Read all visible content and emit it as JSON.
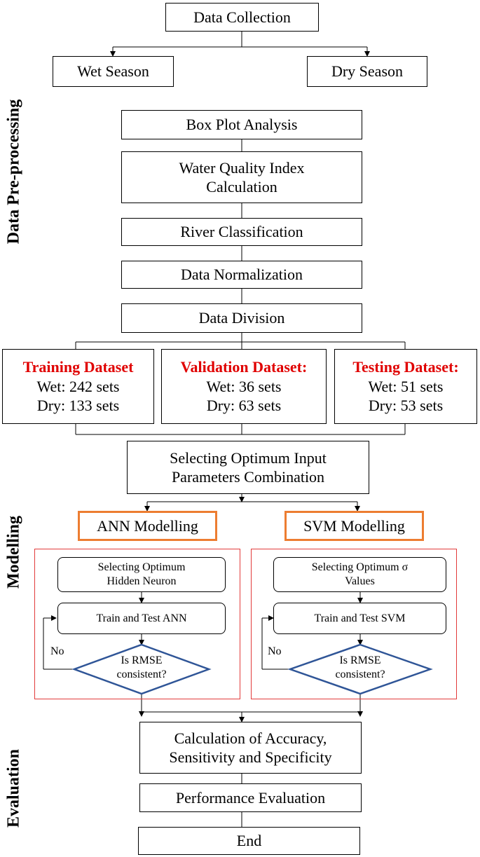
{
  "side_labels": {
    "preprocessing": "Data Pre-processing",
    "modelling": "Modelling",
    "evaluation": "Evaluation"
  },
  "boxes": {
    "data_collection": "Data Collection",
    "wet_season": "Wet Season",
    "dry_season": "Dry Season",
    "box_plot": "Box Plot Analysis",
    "wqi_line1": "Water Quality Index",
    "wqi_line2": "Calculation",
    "river_classification": "River Classification",
    "data_normalization": "Data Normalization",
    "data_division": "Data Division",
    "selecting_input_line1": "Selecting Optimum Input",
    "selecting_input_line2": "Parameters Combination",
    "ann_modelling": "ANN Modelling",
    "svm_modelling": "SVM Modelling",
    "calc_line1": "Calculation of Accuracy,",
    "calc_line2": "Sensitivity and Specificity",
    "performance_evaluation": "Performance Evaluation",
    "end": "End"
  },
  "datasets": {
    "training": {
      "title": "Training Dataset",
      "wet": "Wet: 242 sets",
      "dry": "Dry: 133 sets"
    },
    "validation": {
      "title": "Validation Dataset:",
      "wet": "Wet: 36 sets",
      "dry": "Dry: 63 sets"
    },
    "testing": {
      "title": "Testing Dataset:",
      "wet": "Wet: 51 sets",
      "dry": "Dry: 53 sets"
    }
  },
  "ann": {
    "select_line1": "Selecting  Optimum",
    "select_line2": "Hidden Neuron",
    "train": "Train and Test ANN",
    "decision_line1": "Is RMSE",
    "decision_line2": "consistent?",
    "no": "No"
  },
  "svm": {
    "select_line1": "Selecting  Optimum σ",
    "select_line2": "Values",
    "train": "Train and Test SVM",
    "decision_line1": "Is RMSE",
    "decision_line2": "consistent?",
    "no": "No"
  },
  "colors": {
    "dataset_title": "#E00000",
    "model_border": "#ED7D31",
    "frame_border": "#E23B3B",
    "diamond_border": "#2F5597"
  }
}
